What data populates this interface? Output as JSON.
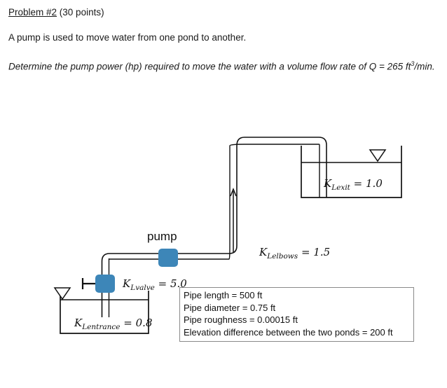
{
  "problem": {
    "title_underlined": "Problem #2",
    "title_rest": " (30 points)",
    "intro": "A pump is used to move water from one pond to another.",
    "question_part1": "Determine the pump power (hp) required to move the water with a volume flow rate of Q = 265 ft",
    "question_exponent": "3",
    "question_part2": "/min."
  },
  "diagram": {
    "pump_label": "pump",
    "loss_coefficients": [
      {
        "symbol": "K",
        "subscript": "Lexit",
        "equals": " = 1.0",
        "value": 1.0,
        "name": "exit"
      },
      {
        "symbol": "K",
        "subscript": "Lelbows",
        "equals": " = 1.5",
        "value": 1.5,
        "name": "elbows"
      },
      {
        "symbol": "K",
        "subscript": "Lvalve",
        "equals": " = 5.0",
        "value": 5.0,
        "name": "valve"
      },
      {
        "symbol": "K",
        "subscript": "Lentrance",
        "equals": " = 0.8",
        "value": 0.8,
        "name": "entrance"
      }
    ],
    "colors": {
      "pump_fill": "#3d86b8",
      "pipe_stroke": "#111111",
      "info_border": "#8a8a8a"
    }
  },
  "info_box": {
    "rows": [
      "Pipe length = 500 ft",
      "Pipe diameter = 0.75 ft",
      "Pipe roughness = 0.00015 ft",
      "Elevation difference between the two ponds = 200 ft"
    ]
  }
}
